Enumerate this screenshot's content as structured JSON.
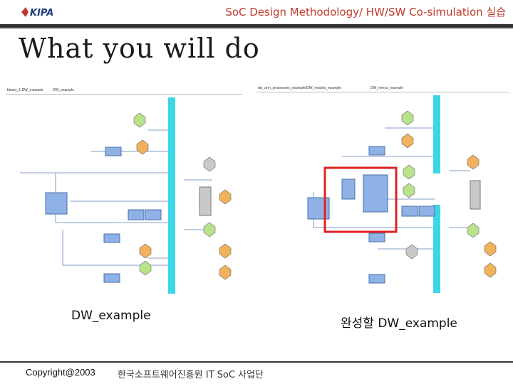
{
  "header": {
    "logo_text": "KIPA",
    "title": "SoC Design Methodology/ HW/SW Co-simulation 실습"
  },
  "slide": {
    "title": "What you will do"
  },
  "left_panel": {
    "tab_active": "binary_1.DW_example",
    "tab_other": "DW_example",
    "caption": "DW_example"
  },
  "right_panel": {
    "tab_active": "dw_arm_processors_example/DW_models_example",
    "tab_other": "DW_mmcs_example",
    "caption": "완성할 DW_example"
  },
  "arrow": {
    "color": "#3b5bb5"
  },
  "highlight": {
    "color": "#e02020"
  },
  "footer": {
    "copyright": "Copyright@2003",
    "organization": "한국소프트웨어진흥원 IT SoC 사업단"
  },
  "colors": {
    "bus": "#3dd6e6",
    "block_blue": "#8fb2e6",
    "block_gray": "#c9c9c9",
    "hex_green": "#b9e38a",
    "hex_orange": "#f2b25c"
  }
}
